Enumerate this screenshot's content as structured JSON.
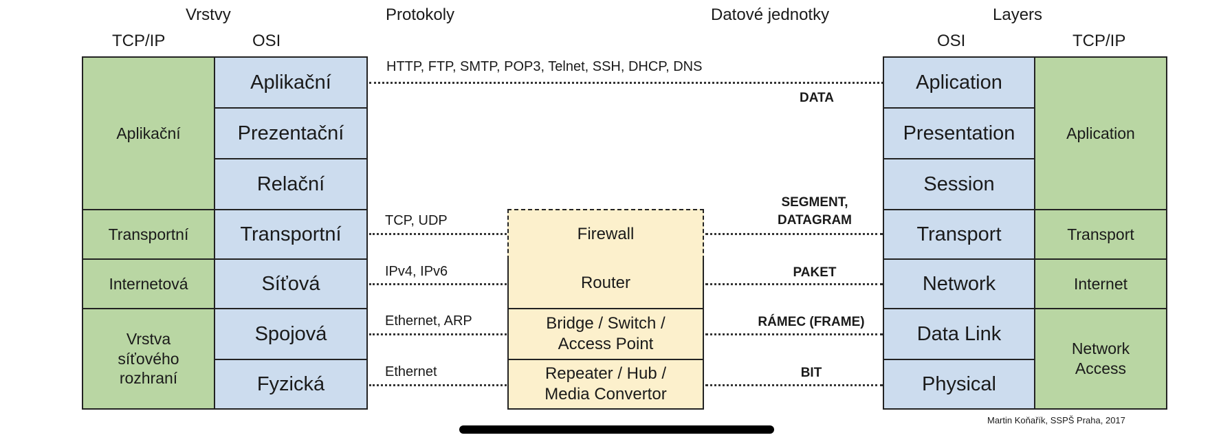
{
  "headers": {
    "left_group": "Vrstvy",
    "left_tcpip": "TCP/IP",
    "left_osi": "OSI",
    "protocols": "Protokoly",
    "data_units": "Datové jednotky",
    "right_group": "Layers",
    "right_osi": "OSI",
    "right_tcpip": "TCP/IP"
  },
  "left_tcpip": [
    "Aplikační",
    "Transportní",
    "Internetová",
    "Vrstva\nsíťového\nrozhraní"
  ],
  "left_osi": [
    "Aplikační",
    "Prezentační",
    "Relační",
    "Transportní",
    "Síťová",
    "Spojová",
    "Fyzická"
  ],
  "protocols": [
    "HTTP, FTP, SMTP, POP3, Telnet, SSH, DHCP, DNS",
    "TCP, UDP",
    "IPv4, IPv6",
    "Ethernet, ARP",
    "Ethernet"
  ],
  "devices": [
    "Firewall",
    "Router",
    "Bridge / Switch /\nAccess Point",
    "Repeater / Hub /\nMedia Convertor"
  ],
  "data_units": [
    "DATA",
    "SEGMENT,\nDATAGRAM",
    "PAKET",
    "RÁMEC (FRAME)",
    "BIT"
  ],
  "right_osi": [
    "Aplication",
    "Presentation",
    "Session",
    "Transport",
    "Network",
    "Data Link",
    "Physical"
  ],
  "right_tcpip": [
    "Aplication",
    "Transport",
    "Internet",
    "Network\nAccess"
  ],
  "credit": "Martin Koňařík, SSPŠ Praha, 2017",
  "colors": {
    "tcpip": "#b9d6a3",
    "osi": "#ccdcee",
    "device": "#fcf0cc",
    "border": "#222222"
  }
}
